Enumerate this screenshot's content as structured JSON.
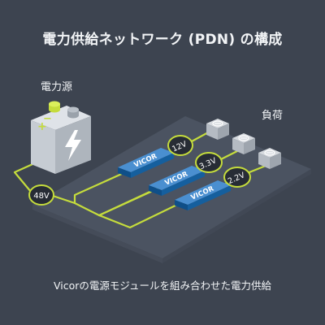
{
  "title": "電力供給ネットワーク (PDN) の構成",
  "source_label": "電力源",
  "load_label": "負荷",
  "caption": "Vicorの電源モジュールを組み合わせた電力供給",
  "battery": {
    "plus": "+",
    "minus": "−",
    "icon": "lightning-bolt-icon"
  },
  "input_voltage": "48V",
  "modules": [
    {
      "brand": "VICOR",
      "output_voltage": "12V"
    },
    {
      "brand": "VICOR",
      "output_voltage": "3.3V"
    },
    {
      "brand": "VICOR",
      "output_voltage": "2.2V"
    }
  ],
  "load_icon": "bidirectional-arrows-icon",
  "colors": {
    "background": "#3d4450",
    "platform": "#4d5563",
    "wire": "#c5dc3c",
    "module": "#1a6fb5",
    "text": "#f2f4f6"
  }
}
